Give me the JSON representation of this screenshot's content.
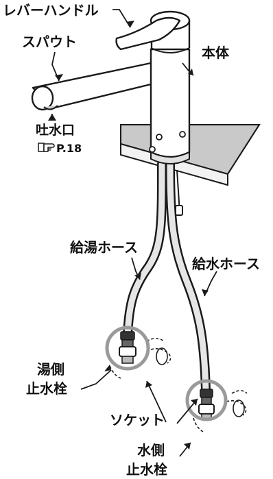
{
  "labels": {
    "lever_handle": "レバーハンドル",
    "spout": "スパウト",
    "body": "本体",
    "outlet": "吐水口",
    "outlet_ref": "P.18",
    "hot_hose": "給湯ホース",
    "cold_hose": "給水ホース",
    "hot_valve_line1": "湯側",
    "hot_valve_line2": "止水栓",
    "socket": "ソケット",
    "cold_valve_line1": "水側",
    "cold_valve_line2": "止水栓"
  },
  "colors": {
    "line": "#1a1a1a",
    "counter": "#c8c8c8",
    "hose_fill": "#e6e6e6",
    "circle": "#9a9a9a",
    "socket_dark": "#333333"
  },
  "icons": {
    "reference": "pointing-hand-icon"
  }
}
